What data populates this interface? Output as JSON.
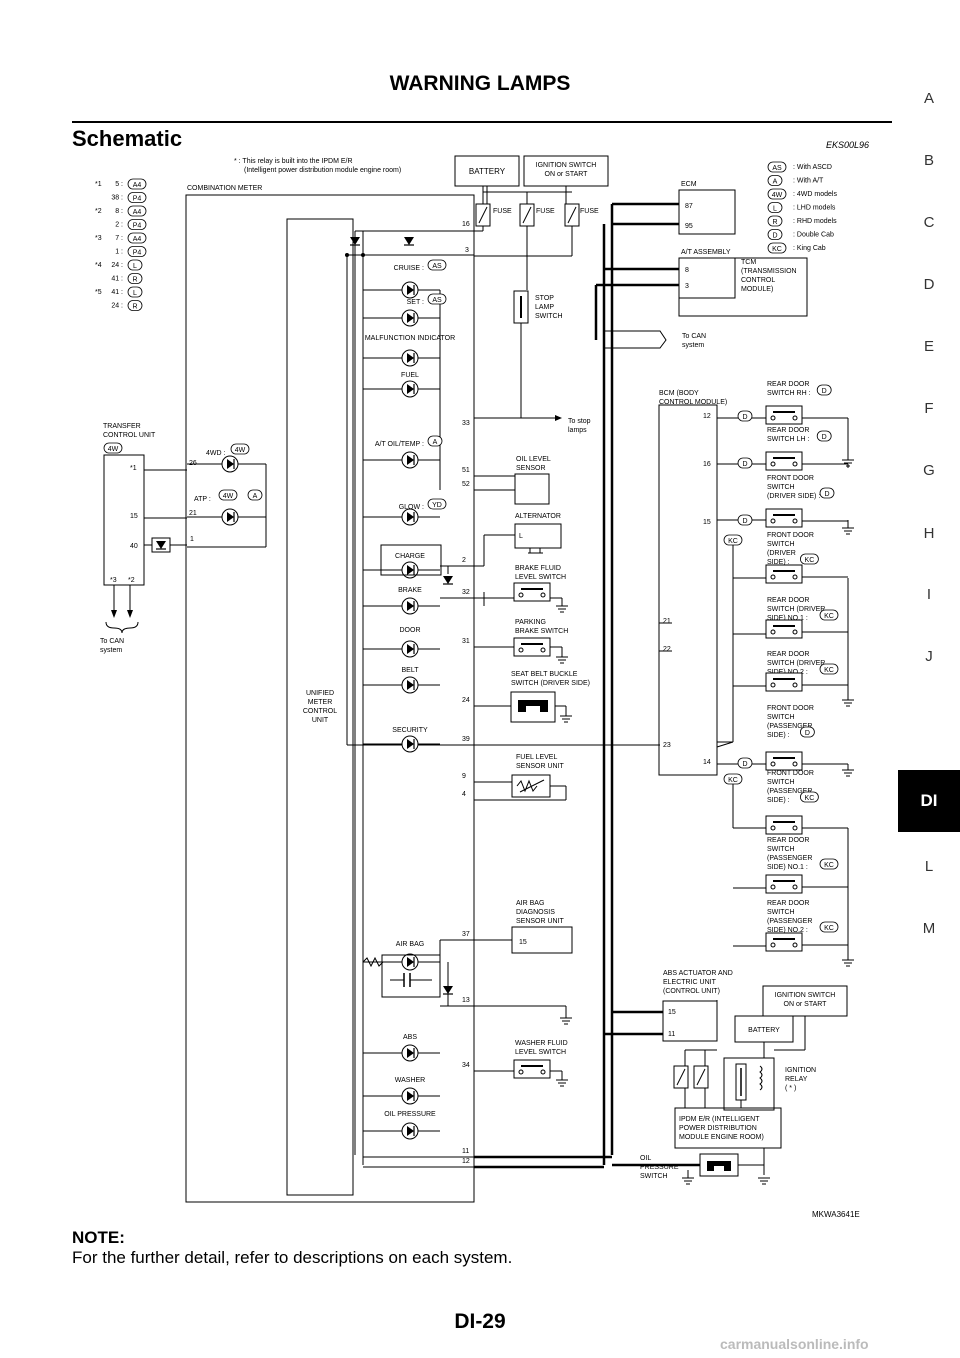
{
  "page": {
    "header_title": "WARNING LAMPS",
    "section_title": "Schematic",
    "ref_code": "EKS00L96",
    "figure_code": "MKWA3641E",
    "note_label": "NOTE:",
    "note_text": "For the further detail, refer to descriptions on each system.",
    "page_number": "DI-29",
    "watermark": "carmanualsonline.info"
  },
  "side_tabs": [
    "A",
    "B",
    "C",
    "D",
    "E",
    "F",
    "G",
    "H",
    "I",
    "J",
    "DI",
    "L",
    "M"
  ],
  "side_tab_active": "DI",
  "diagram": {
    "relay_note_1": "* : This relay is built into the IPDM E/R",
    "relay_note_2": "(Intelligent power distribution module engine room)",
    "battery": "BATTERY",
    "ignition_switch_1": "IGNITION SWITCH",
    "ignition_switch_2": "ON or START",
    "fuse": "FUSE",
    "combination_meter": "COMBINATION METER",
    "unified_meter": [
      "UNIFIED",
      "METER",
      "CONTROL",
      "UNIT"
    ],
    "stop_lamp": [
      "STOP",
      "LAMP",
      "SWITCH"
    ],
    "to_can_1": [
      "To CAN",
      "system"
    ],
    "to_stop": [
      "To stop",
      "lamps"
    ],
    "ecm": "ECM",
    "ecm_pins": [
      "87",
      "95"
    ],
    "at_assembly": "A/T ASSEMBLY",
    "tcm": [
      "TCM",
      "(TRANSMISSION",
      "CONTROL",
      "MODULE)"
    ],
    "tcm_pins": [
      "8",
      "3"
    ],
    "legend": [
      {
        "code": "AS",
        "desc": ": With ASCD"
      },
      {
        "code": "A",
        "desc": ": With A/T"
      },
      {
        "code": "4W",
        "desc": ": 4WD models"
      },
      {
        "code": "L",
        "desc": ": LHD models"
      },
      {
        "code": "R",
        "desc": ": RHD models"
      },
      {
        "code": "D",
        "desc": ": Double Cab"
      },
      {
        "code": "KC",
        "desc": ": King Cab"
      }
    ],
    "pin_notes": [
      {
        "mark": "*1",
        "pin": "5",
        "code": "A4"
      },
      {
        "mark": "",
        "pin": "38",
        "code": "P4"
      },
      {
        "mark": "*2",
        "pin": "8",
        "code": "A4"
      },
      {
        "mark": "",
        "pin": "2",
        "code": "P4"
      },
      {
        "mark": "*3",
        "pin": "7",
        "code": "A4"
      },
      {
        "mark": "",
        "pin": "1",
        "code": "P4"
      },
      {
        "mark": "*4",
        "pin": "24",
        "code": "L"
      },
      {
        "mark": "",
        "pin": "41",
        "code": "R"
      },
      {
        "mark": "*5",
        "pin": "41",
        "code": "L"
      },
      {
        "mark": "",
        "pin": "24",
        "code": "R"
      }
    ],
    "transfer": [
      "TRANSFER",
      "CONTROL UNIT"
    ],
    "transfer_code": "4W",
    "transfer_pins": [
      "*1",
      "15",
      "40",
      "*3",
      "*2"
    ],
    "to_can_2": [
      "To CAN",
      "system"
    ],
    "lamps": [
      {
        "label": "CRUISE :",
        "code": "AS"
      },
      {
        "label": "SET :",
        "code": "AS"
      },
      {
        "label": "MALFUNCTION INDICATOR",
        "code": ""
      },
      {
        "label": "FUEL",
        "code": ""
      },
      {
        "label": "A/T OIL/TEMP :",
        "code": "A"
      },
      {
        "label": "GLOW :",
        "code": "YD"
      },
      {
        "label": "CHARGE",
        "code": ""
      },
      {
        "label": "BRAKE",
        "code": ""
      },
      {
        "label": "DOOR",
        "code": ""
      },
      {
        "label": "BELT",
        "code": ""
      },
      {
        "label": "SECURITY",
        "code": ""
      },
      {
        "label": "AIR BAG",
        "code": ""
      },
      {
        "label": "ABS",
        "code": ""
      },
      {
        "label": "WASHER",
        "code": ""
      },
      {
        "label": "OIL PRESSURE",
        "code": ""
      }
    ],
    "lamp_4wd": {
      "label": "4WD :",
      "code": "4W",
      "pin": "26"
    },
    "lamp_atp": {
      "label": "ATP :",
      "code1": "4W",
      "code2": "A",
      "pin": "21"
    },
    "pin_1": "1",
    "meter_pins": [
      "16",
      "3",
      "33",
      "51",
      "52",
      "2",
      "32",
      "31",
      "24",
      "39",
      "9",
      "4",
      "37",
      "13",
      "34",
      "11",
      "12"
    ],
    "oil_level": [
      "OIL LEVEL",
      "SENSOR"
    ],
    "alternator": "ALTERNATOR",
    "alternator_pin": "L",
    "brake_fluid": [
      "BRAKE FLUID",
      "LEVEL SWITCH"
    ],
    "parking_brake": [
      "PARKING",
      "BRAKE SWITCH"
    ],
    "seat_belt": [
      "SEAT BELT BUCKLE",
      "SWITCH (DRIVER SIDE)"
    ],
    "fuel_level": [
      "FUEL LEVEL",
      "SENSOR UNIT"
    ],
    "airbag_unit": [
      "AIR BAG",
      "DIAGNOSIS",
      "SENSOR UNIT"
    ],
    "airbag_pin": "15",
    "washer_fluid": [
      "WASHER FLUID",
      "LEVEL SWITCH"
    ],
    "bcm": [
      "BCM (BODY",
      "CONTROL MODULE)"
    ],
    "bcm_pins": [
      "12",
      "16",
      "15",
      "21",
      "22",
      "23",
      "14"
    ],
    "door_switches": [
      {
        "lines": [
          "REAR DOOR",
          "SWITCH RH :"
        ],
        "code": "D"
      },
      {
        "lines": [
          "REAR DOOR",
          "SWITCH LH :"
        ],
        "code": "D"
      },
      {
        "lines": [
          "FRONT DOOR",
          "SWITCH",
          "(DRIVER SIDE) :"
        ],
        "code": "D"
      },
      {
        "lines": [
          "FRONT DOOR",
          "SWITCH",
          "(DRIVER",
          "SIDE) :"
        ],
        "code": "KC"
      },
      {
        "lines": [
          "REAR DOOR",
          "SWITCH (DRIVER",
          "SIDE) NO.1 :"
        ],
        "code": "KC"
      },
      {
        "lines": [
          "REAR DOOR",
          "SWITCH (DRIVER",
          "SIDE) NO.2 :"
        ],
        "code": "KC"
      },
      {
        "lines": [
          "FRONT DOOR",
          "SWITCH",
          "(PASSENGER",
          "SIDE) :"
        ],
        "code": "D"
      },
      {
        "lines": [
          "FRONT DOOR",
          "SWITCH",
          "(PASSENGER",
          "SIDE) :"
        ],
        "code": "KC"
      },
      {
        "lines": [
          "REAR DOOR",
          "SWITCH",
          "(PASSENGER",
          "SIDE) NO.1 :"
        ],
        "code": "KC"
      },
      {
        "lines": [
          "REAR DOOR",
          "SWITCH",
          "(PASSENGER",
          "SIDE) NO.2 :"
        ],
        "code": "KC"
      }
    ],
    "bcm_tags": [
      "D",
      "D",
      "D",
      "KC",
      "D",
      "KC"
    ],
    "abs_unit": [
      "ABS ACTUATOR AND",
      "ELECTRIC UNIT",
      "(CONTROL UNIT)"
    ],
    "abs_pins": [
      "15",
      "11"
    ],
    "ign_switch_2": [
      "IGNITION SWITCH",
      "ON or START"
    ],
    "battery_2": "BATTERY",
    "ign_relay": [
      "IGNITION",
      "RELAY",
      "( * )"
    ],
    "ipdm": [
      "IPDM E/R (INTELLIGENT",
      "POWER DISTRIBUTION",
      "MODULE ENGINE ROOM)"
    ],
    "oil_pressure_sw": [
      "OIL",
      "PRESSURE",
      "SWITCH"
    ]
  }
}
